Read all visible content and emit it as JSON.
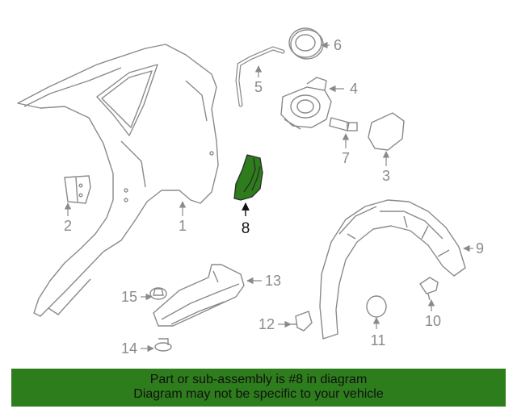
{
  "colors": {
    "line": "#8a8a8a",
    "highlight_fill": "#2e7d1c",
    "banner_bg": "#2e7d1c",
    "text_dark": "#111111"
  },
  "callouts": {
    "c1": "1",
    "c2": "2",
    "c3": "3",
    "c4": "4",
    "c5": "5",
    "c6": "6",
    "c7": "7",
    "c8": "8",
    "c9": "9",
    "c10": "10",
    "c11": "11",
    "c12": "12",
    "c13": "13",
    "c14": "14",
    "c15": "15"
  },
  "highlighted_part": "8",
  "footer": {
    "line1": "Part or sub-assembly is #8 in diagram",
    "line2": "Diagram may not be specific to your vehicle"
  }
}
